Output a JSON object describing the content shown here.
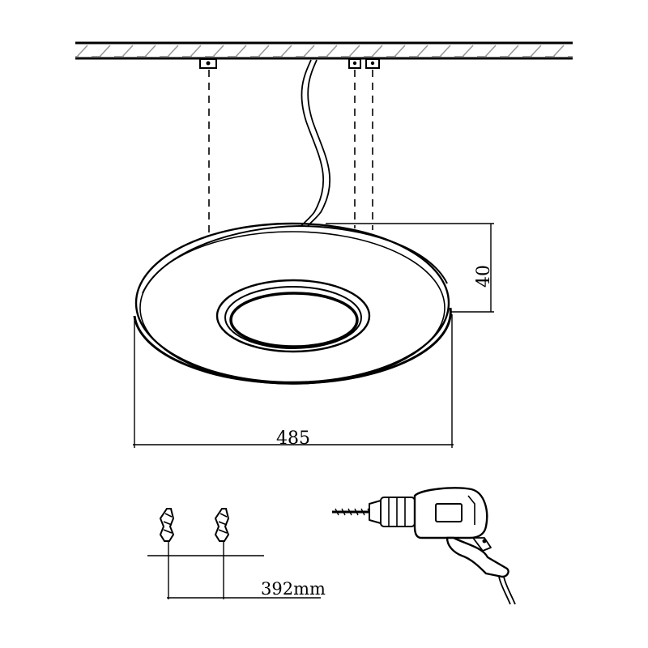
{
  "dimensions": {
    "diameter": "485",
    "height": "40",
    "anchor_spacing": "392mm"
  },
  "icons": {
    "ceiling": "ceiling-hatch-icon",
    "light": "ceiling-light-icon",
    "anchor": "wall-plug-icon",
    "drill": "power-drill-icon"
  },
  "colors": {
    "line": "#000000",
    "hatch": "#888888",
    "background": "#ffffff"
  }
}
